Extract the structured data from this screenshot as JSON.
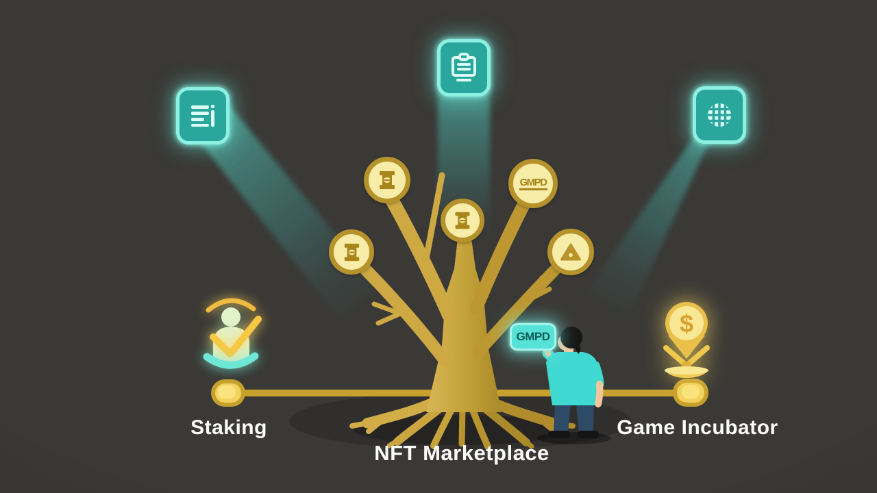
{
  "scene": {
    "description": "NFT gaming ecosystem golden tree illustration",
    "background_color": "#3a3936"
  },
  "labels": {
    "staking": "Staking",
    "nft_marketplace": "NFT Marketplace",
    "game_incubator": "Game Incubator"
  },
  "top_icons": [
    {
      "name": "document-lines-icon"
    },
    {
      "name": "clipboard-icon"
    },
    {
      "name": "globe-grid-icon"
    }
  ],
  "tree": {
    "coins": [
      {
        "symbol": "scroll-column"
      },
      {
        "symbol": "scroll-column"
      },
      {
        "symbol": "scroll-column"
      },
      {
        "symbol": "text",
        "text": "GMPD"
      },
      {
        "symbol": "triangle"
      }
    ]
  },
  "gmpd_button": {
    "text": "GMPD"
  },
  "trophy": {
    "currency_symbol": "$"
  },
  "colors": {
    "teal_bright": "#8ef0e2",
    "teal_fill": "#2aa79c",
    "beam": "#56d8ca",
    "gold_line": "#c7a02e",
    "coin_fill": "#f7eda8",
    "coin_ring": "#b6922c",
    "trunk_light": "#d8b655",
    "trunk_dark": "#a98a2a",
    "label_text": "#fcfcfc"
  }
}
